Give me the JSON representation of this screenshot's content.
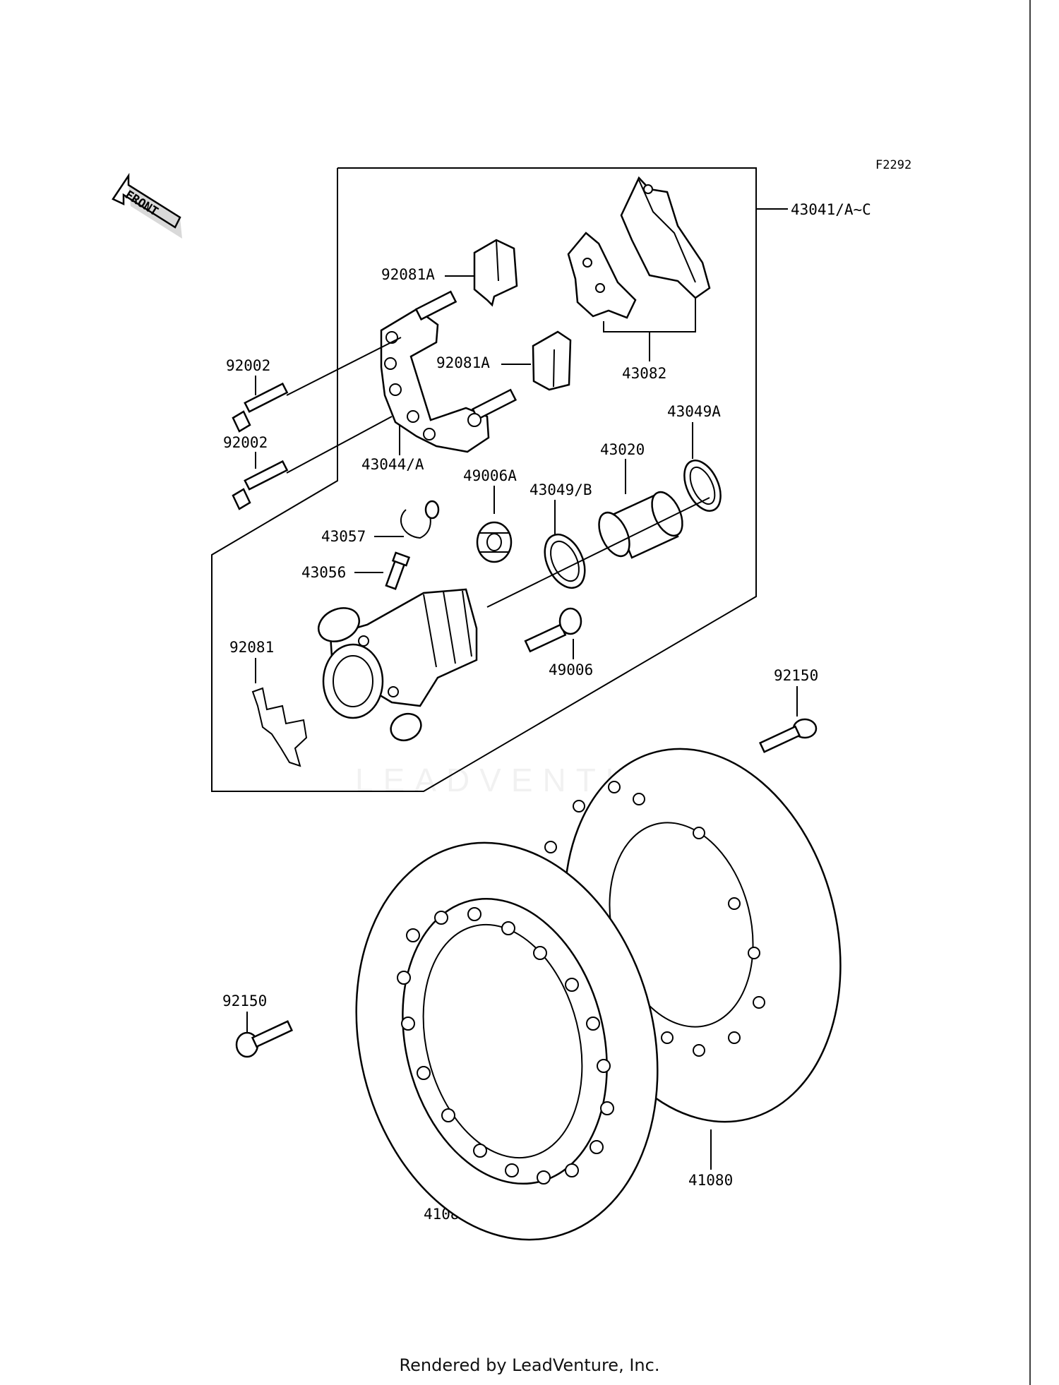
{
  "diagram_code": "F2292",
  "front_arrow_label": "FRONT",
  "watermark": "LEADVENTURE",
  "footer": "Rendered by LeadVenture, Inc.",
  "labels": {
    "l43041": "43041/A~C",
    "l92081A_top": "92081A",
    "l92081A_mid": "92081A",
    "l43082": "43082",
    "l92002_top": "92002",
    "l92002_bot": "92002",
    "l43044": "43044/A",
    "l43049A": "43049A",
    "l43020": "43020",
    "l49006A": "49006A",
    "l43049B": "43049/B",
    "l43057": "43057",
    "l43056": "43056",
    "l92081": "92081",
    "l49006": "49006",
    "l92150_right": "92150",
    "l92150_left": "92150",
    "l41080_left": "41080",
    "l41080_right": "41080"
  }
}
